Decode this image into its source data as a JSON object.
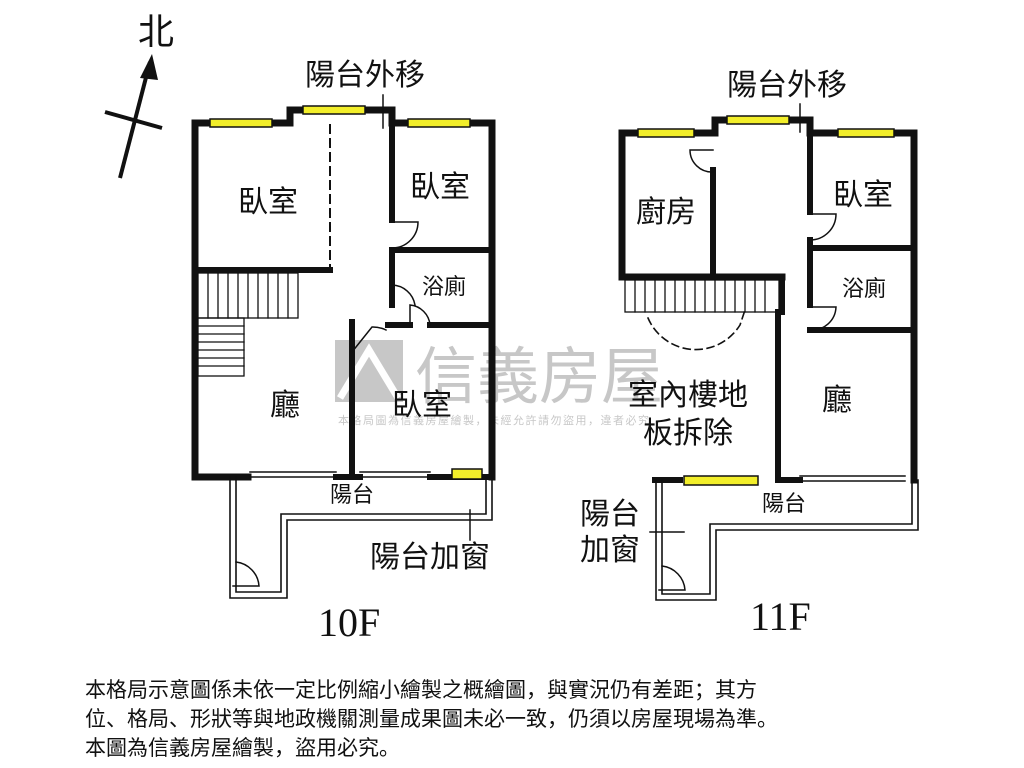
{
  "compass": {
    "north_label": "北"
  },
  "floor10": {
    "title": "10F",
    "balcony_moved": "陽台外移",
    "bedroom_nw": "臥室",
    "bedroom_ne": "臥室",
    "bathroom": "浴廁",
    "living_room": "廳",
    "bedroom_se": "臥室",
    "balcony": "陽台",
    "balcony_window": "陽台加窗"
  },
  "floor11": {
    "title": "11F",
    "balcony_moved": "陽台外移",
    "kitchen": "廚房",
    "bedroom": "臥室",
    "bathroom": "浴廁",
    "stair_removed_line1": "室內樓地",
    "stair_removed_line2": "板拆除",
    "living_room": "廳",
    "balcony": "陽台",
    "balcony_window_line1": "陽台",
    "balcony_window_line2": "加窗"
  },
  "watermark": {
    "brand": "信義房屋",
    "notice": "本格局圖為信義房屋繪製，未經允許請勿盜用，違者必究"
  },
  "disclaimer": {
    "line1": "本格局示意圖係未依一定比例縮小繪製之概繪圖，與實況仍有差距；其方",
    "line2": "位、格局、形狀等與地政機關測量成果圖未必一致，仍須以房屋現場為準。",
    "line3": "本圖為信義房屋繪製，盜用必究。"
  },
  "colors": {
    "wall": "#111111",
    "window": "#f2ee2a",
    "watermark": "#c8c8c8"
  }
}
